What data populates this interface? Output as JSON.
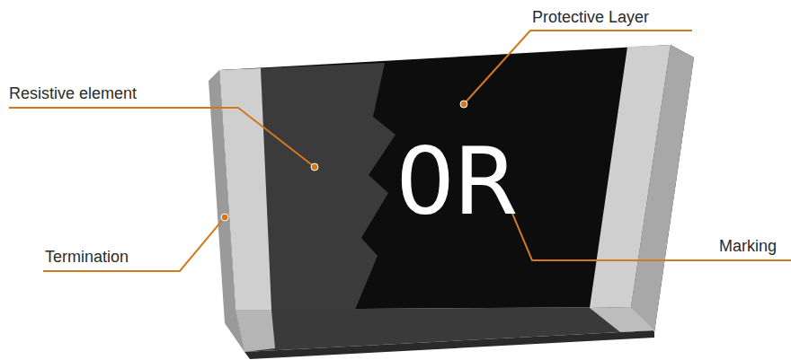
{
  "diagram": {
    "labels": [
      "Protective Layer",
      "Resistive element",
      "Termination",
      "Marking",
      "0R"
    ]
  }
}
